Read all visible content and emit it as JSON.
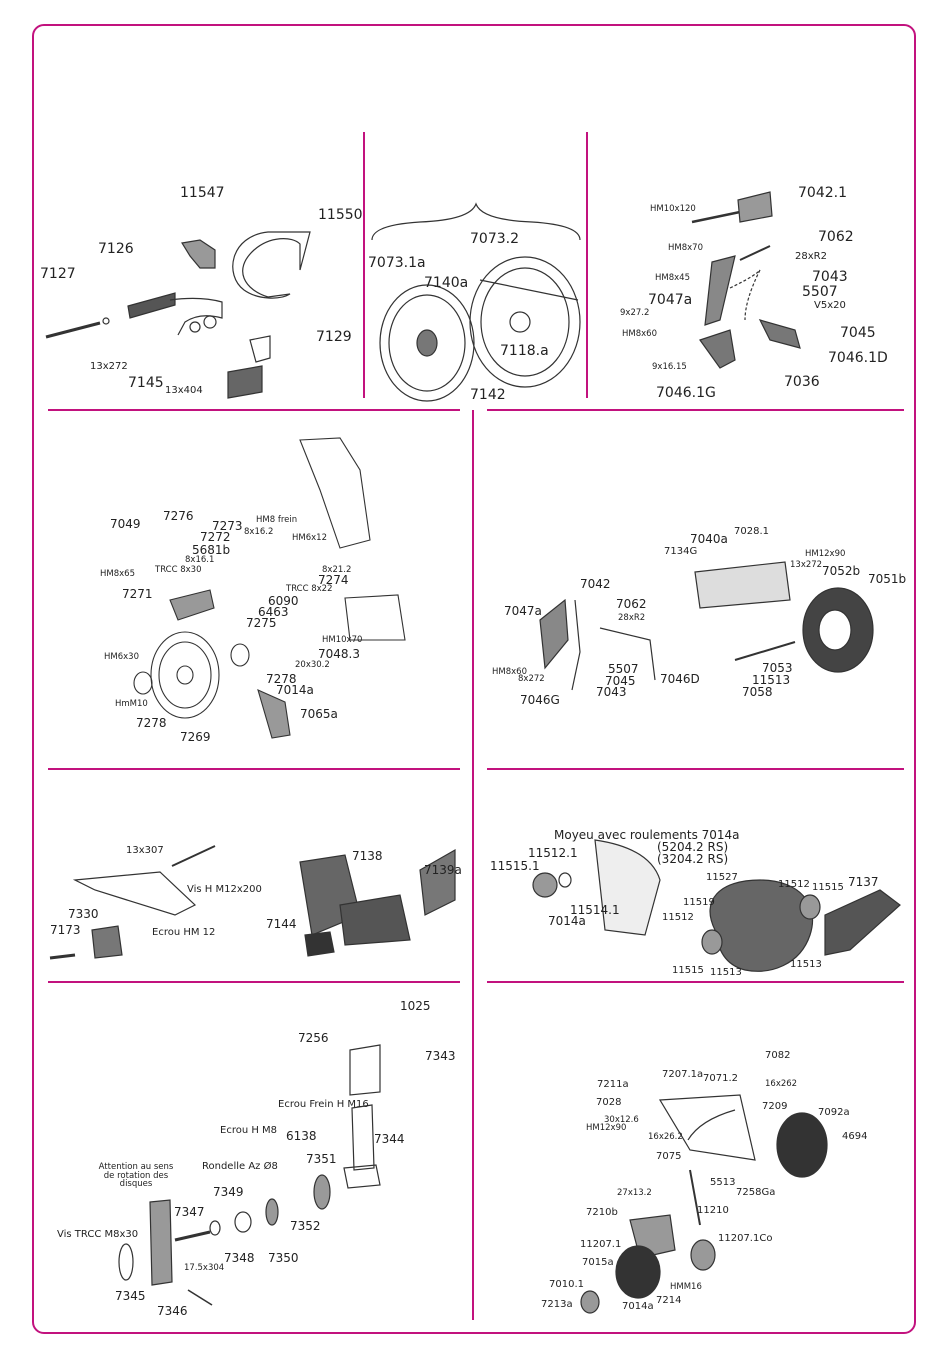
{
  "colors": {
    "frame": "#c2127e",
    "ink": "#222222"
  },
  "panels": {
    "p1": {
      "labels": [
        "11547",
        "11550",
        "7126",
        "7127",
        "7129",
        "13x272",
        "7145",
        "13x404"
      ]
    },
    "p2": {
      "labels": [
        "7073.2",
        "7073.1a",
        "7140a",
        "7118.a",
        "7142"
      ]
    },
    "p3": {
      "labels": [
        "HM10x120",
        "7042.1",
        "7062",
        "HM8x70",
        "28xR2",
        "HM8x45",
        "7043",
        "5507",
        "7047a",
        "9x27.2",
        "V5x20",
        "7045",
        "HM8x60",
        "7046.1D",
        "9x16.15",
        "7036",
        "7046.1G"
      ]
    },
    "p4": {
      "labels": [
        "7049",
        "7276",
        "HM8 frein",
        "7273",
        "7272",
        "5681b",
        "8x16.2",
        "HM6x12",
        "HM8x65",
        "TRCC 8x30",
        "8x16.1",
        "TRCC 8x22",
        "7274",
        "8x21.2",
        "7271",
        "6090",
        "6463",
        "7275",
        "HM10x70",
        "7048.3",
        "20x30.2",
        "HM6x30",
        "7278",
        "7014a",
        "HmM10",
        "7278",
        "7269",
        "7065a"
      ]
    },
    "p5": {
      "labels": [
        "7028.1",
        "7040a",
        "HM12x90",
        "7134G",
        "13x272",
        "7052b",
        "7051b",
        "7042",
        "7062",
        "7047a",
        "28xR2",
        "HM8x60",
        "8x272",
        "5507",
        "7045",
        "7046D",
        "7046G",
        "7043",
        "7053",
        "11513",
        "7058"
      ]
    },
    "p6": {
      "labels": [
        "13x307",
        "Vis H M12x200",
        "7330",
        "7173",
        "Ecrou HM 12",
        "7138",
        "7139a",
        "7144"
      ]
    },
    "p7": {
      "title": "Moyeu avec roulements 7014a",
      "bearings": [
        "(5204.2 RS)",
        "(3204.2 RS)"
      ],
      "labels": [
        "11515.1",
        "11512.1",
        "7014a",
        "11514.1",
        "11527",
        "11519",
        "11512",
        "11515",
        "7137",
        "11512",
        "11515",
        "11513",
        "11513"
      ]
    },
    "p8": {
      "labels": [
        "1025",
        "7256",
        "7343",
        "Ecrou Frein H M16",
        "Ecrou H M8",
        "6138",
        "7344",
        "Rondelle Az Ø8",
        "7351",
        "Attention au sens de rotation des disques",
        "7349",
        "7347",
        "7352",
        "Vis TRCC M8x30",
        "7348",
        "7350",
        "17.5x304",
        "7345",
        "7346"
      ]
    },
    "p9": {
      "labels": [
        "7082",
        "7207.1a",
        "7071.2",
        "7211a",
        "16x262",
        "7209",
        "7028",
        "7092a",
        "30x12.6",
        "HM12x90",
        "16x26.2",
        "4694",
        "7075",
        "5513",
        "7258Ga",
        "27x13.2",
        "11210",
        "7210b",
        "11207.1Co",
        "11207.1",
        "7015a",
        "HMM16",
        "7010.1",
        "7214",
        "7014a",
        "7213a"
      ]
    }
  }
}
